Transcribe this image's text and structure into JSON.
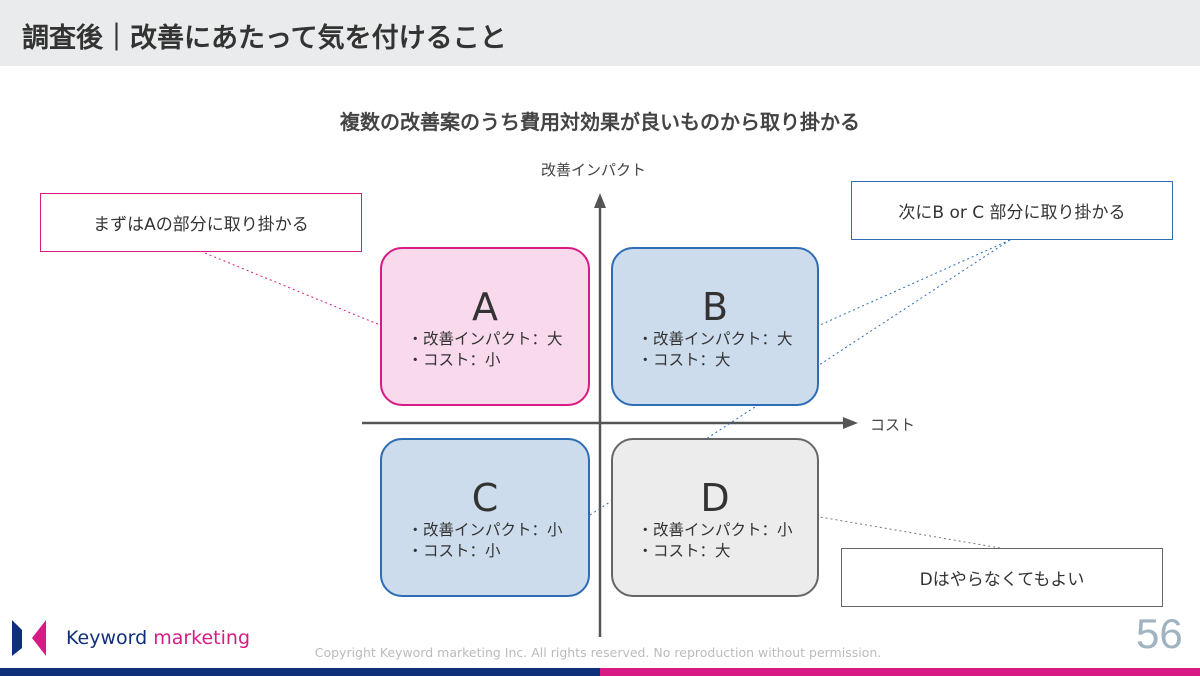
{
  "header": {
    "title": "調査後｜改善にあたって気を付けること"
  },
  "subtitle": "複数の改善案のうち費用対効果が良いものから取り掛かる",
  "axes": {
    "y_label": "改善インパクト",
    "x_label": "コスト"
  },
  "quadrants": [
    {
      "letter": "A",
      "line1": "・改善インパクト：大",
      "line2": "・コスト：小"
    },
    {
      "letter": "B",
      "line1": "・改善インパクト：大",
      "line2": "・コスト：大"
    },
    {
      "letter": "C",
      "line1": "・改善インパクト：小",
      "line2": "・コスト：小"
    },
    {
      "letter": "D",
      "line1": "・改善インパクト：小",
      "line2": "・コスト：大"
    }
  ],
  "callouts": {
    "a": "まずはAの部分に取り掛かる",
    "bc": "次にB or C 部分に取り掛かる",
    "d": "Dはやらなくてもよい"
  },
  "footer": {
    "logo_word1": "Keyword",
    "logo_word2": "marketing",
    "copyright": "Copyright Keyword marketing Inc. All rights reserved. No reproduction without permission.",
    "page_number": "56"
  },
  "colors": {
    "pink": "#d81b84",
    "blue": "#2e6db4",
    "navy": "#0e2f7a",
    "gray": "#555555"
  }
}
